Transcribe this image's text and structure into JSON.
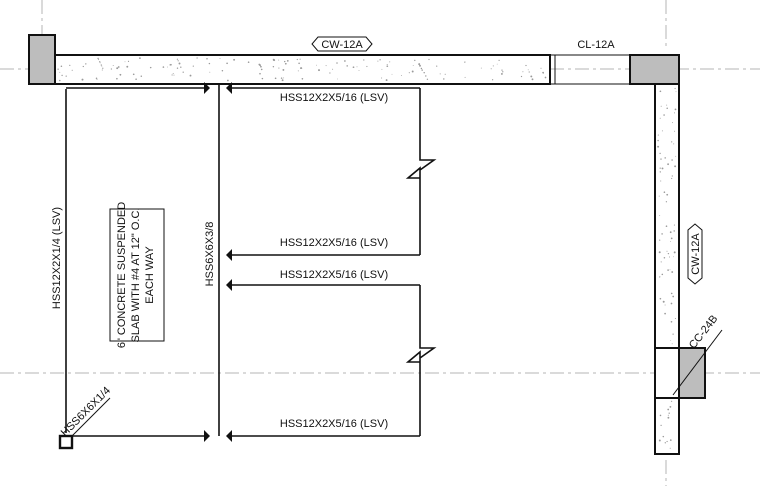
{
  "plan": {
    "wall_tags": {
      "top_wall": "CW-12A",
      "right_wall": "CW-12A",
      "opening": "CL-12A",
      "corner_column": "CC-24B"
    },
    "beams": {
      "top_beam": "HSS12X2X5/16 (LSV)",
      "mid_upper_beam": "HSS12X2X5/16 (LSV)",
      "mid_lower_beam": "HSS12X2X5/16 (LSV)",
      "bottom_beam": "HSS12X2X5/16 (LSV)",
      "left_beam": "HSS12X2X1/4 (LSV)",
      "center_beam": "HSS6X6X3/8"
    },
    "post": "HSS6X6X1/4",
    "slab_note": {
      "line1": "6\" CONCRETE SUSPENDED",
      "line2": "SLAB WITH #4 AT 12\" O.C.",
      "line3": "EACH WAY"
    }
  },
  "colors": {
    "line": "#111111",
    "column_fill": "#bdbdbd",
    "grid_line": "#b5b5b5",
    "background": "#ffffff"
  }
}
